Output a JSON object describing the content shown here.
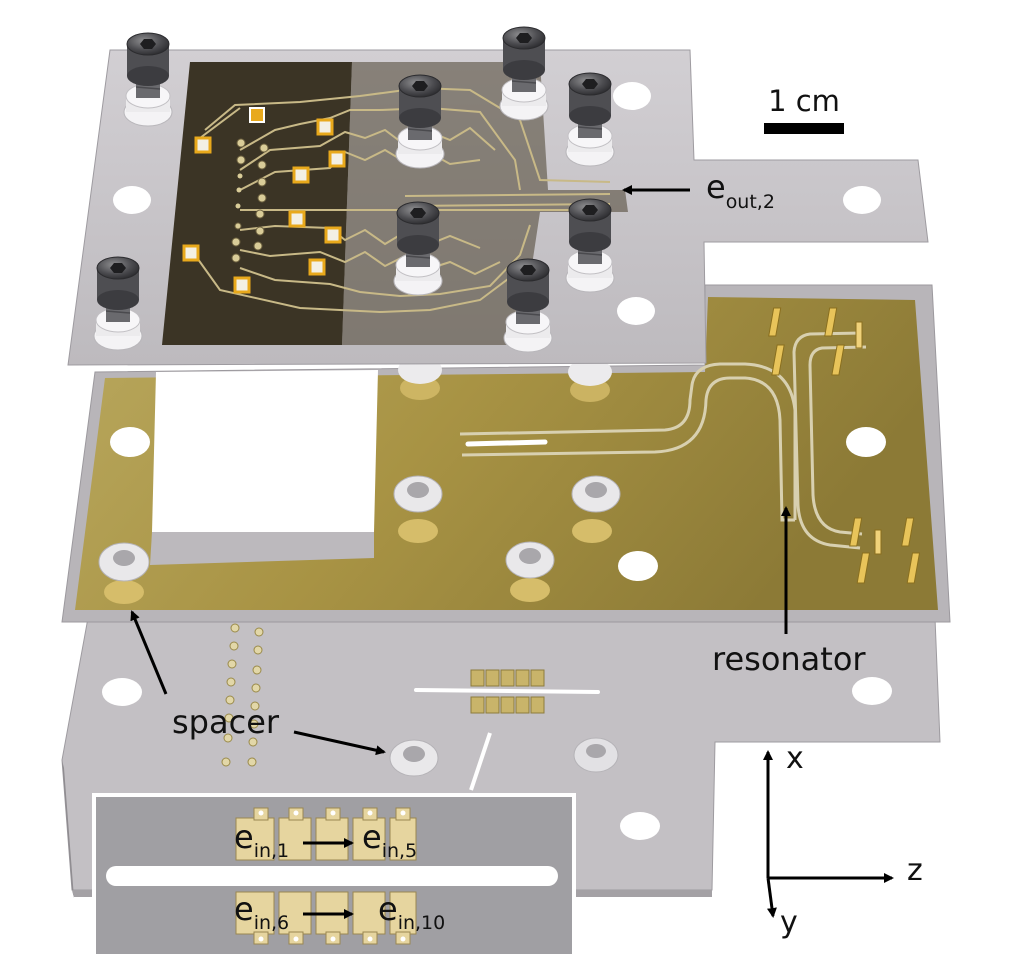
{
  "scale_bar": {
    "label": "1 cm"
  },
  "labels": {
    "e_out": {
      "base": "e",
      "sub": "out,2"
    },
    "resonator": "resonator",
    "spacer": "spacer",
    "e_in_1": {
      "base": "e",
      "sub": "in,1"
    },
    "e_in_5": {
      "base": "e",
      "sub": "in,5"
    },
    "e_in_6": {
      "base": "e",
      "sub": "in,6"
    },
    "e_in_10": {
      "base": "e",
      "sub": "in,10"
    }
  },
  "axes": {
    "x": "x",
    "y": "y",
    "z": "z"
  },
  "colors": {
    "plate": "#c5c2c6",
    "plate_edge": "#9b989c",
    "gold": "#b59e4e",
    "pcb_dark": "#3c3526",
    "trace": "#c7b987",
    "pad": "#e4d39b",
    "inset_bg": "#9f9ea2",
    "arrow": "#000000"
  }
}
